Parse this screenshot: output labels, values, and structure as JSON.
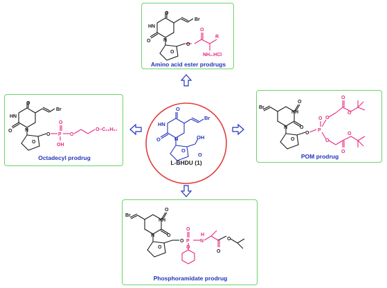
{
  "center": {
    "caption": "L-BHDU (1)"
  },
  "panels": {
    "top": {
      "caption": "Amino acid ester prodrugs"
    },
    "left": {
      "caption": "Octadecyl prodrug"
    },
    "right": {
      "caption": "POM prodrug"
    },
    "bottom": {
      "caption": "Phosphoramidate prodrug"
    }
  },
  "atoms": {
    "br": "Br",
    "o": "O",
    "n": "N",
    "nh": "HN",
    "nh_b": "NH",
    "p": "P",
    "oh": "OH",
    "r": "R",
    "amine": "NH₂.HCl",
    "octadecyl": "O–C₁₈H₃₇",
    "h": "H",
    "n_amide": "N"
  },
  "colors": {
    "structure": "#1a1a1a",
    "prodrug": "#e6287d",
    "center_structure": "#2233bb",
    "box_border": "#6ad46a",
    "circle_border": "#e23b3b",
    "caption": "#2233bb",
    "arrow": "#2233bb"
  }
}
